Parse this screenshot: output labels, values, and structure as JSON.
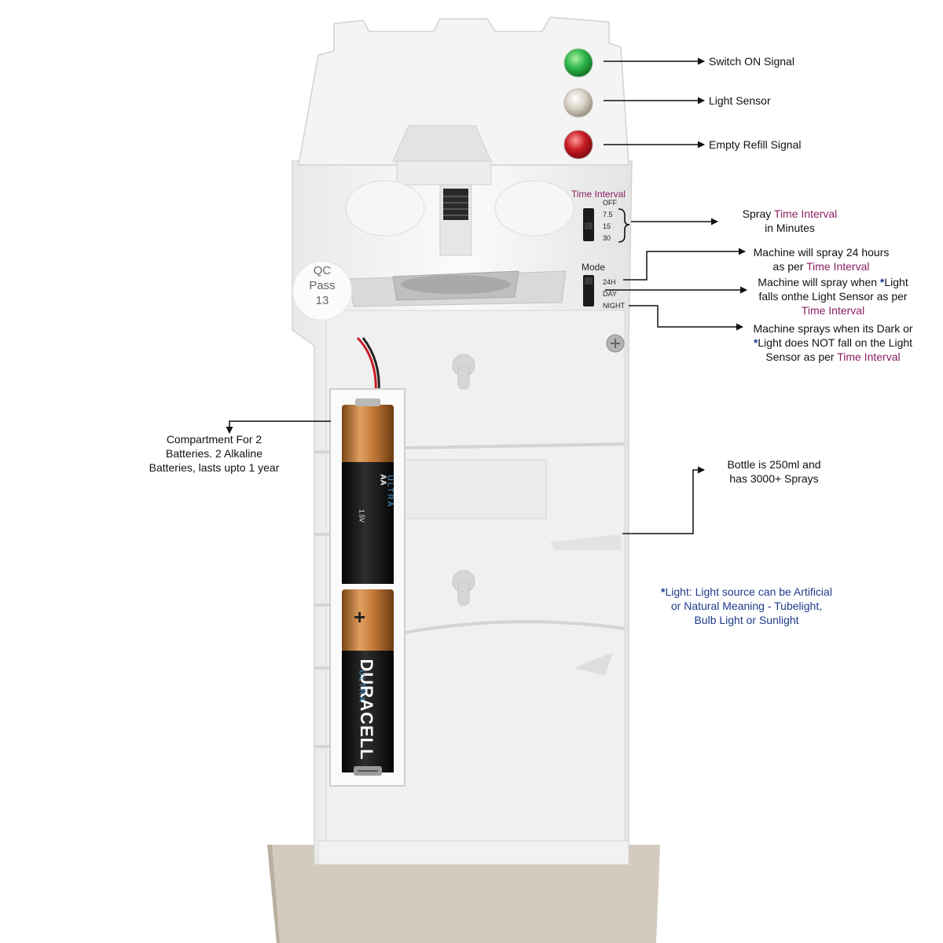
{
  "callouts": {
    "switch_on": "Switch ON Signal",
    "light_sensor": "Light Sensor",
    "empty_refill": "Empty Refill Signal",
    "spray_interval_pre": "Spray ",
    "spray_interval_hl": "Time Interval",
    "spray_interval_post": "in Minutes",
    "mode_24h_line1": "Machine will spray 24 hours",
    "mode_24h_pre": "as per ",
    "mode_24h_hl": "Time Interval",
    "mode_day_line1_pre": "Machine will spray when ",
    "mode_day_star": "*",
    "mode_day_line1_post": "Light",
    "mode_day_line2": "falls onthe Light Sensor as per",
    "mode_day_hl": "Time Interval",
    "mode_night_line1": "Machine sprays when its Dark or",
    "mode_night_star": "*",
    "mode_night_line2": "Light does NOT fall on the Light",
    "mode_night_pre": "Sensor as per ",
    "mode_night_hl": "Time Interval",
    "battery_line1": "Compartment For 2",
    "battery_line2": "Batteries. 2 Alkaline",
    "battery_line3": "Batteries, lasts upto 1 year",
    "bottle_line1": "Bottle is 250ml and",
    "bottle_line2": "has 3000+ Sprays"
  },
  "note": {
    "star": "*",
    "line1": "Light: Light source can be Artificial",
    "line2": "or Natural Meaning - Tubelight,",
    "line3": "Bulb Light or Sunlight"
  },
  "switches": {
    "time_interval_title": "Time Interval",
    "time_options": [
      "OFF",
      "7.5",
      "15",
      "30"
    ],
    "mode_title": "Mode",
    "mode_options": [
      "24H",
      "DAY",
      "NIGHT"
    ]
  },
  "qc_sticker": {
    "line1": "QC",
    "line2": "Pass",
    "line3": "13"
  },
  "battery_print": {
    "brand": "DURACELL",
    "ultra": "ULTRA",
    "plus": "+",
    "aa": "AA",
    "volts": "1.5V"
  },
  "colors": {
    "led_green": "#2fb64a",
    "led_clear": "#cfc9bd",
    "led_red": "#c81a24",
    "highlight": "#8b1e63",
    "note_blue": "#1f3a8a",
    "battery_copper": "#c47a3a",
    "battery_black": "#1b1b1b"
  }
}
